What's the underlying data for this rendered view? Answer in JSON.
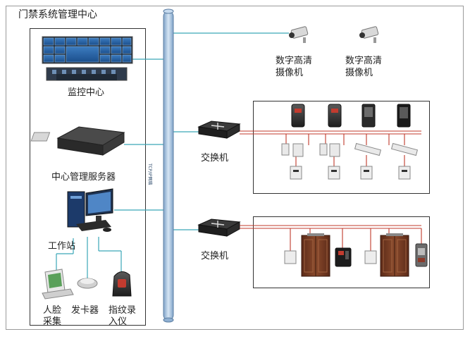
{
  "title": "门禁系统管理中心",
  "labels": {
    "monitor_center": "监控中心",
    "server": "中心管理服务器",
    "workstation": "工作站",
    "face_capture_1": "人脸",
    "face_capture_2": "采集",
    "card_issuer": "发卡器",
    "fingerprint_1": "指纹录",
    "fingerprint_2": "入仪",
    "camera_1_line1": "数字高清",
    "camera_1_line2": "摄像机",
    "camera_2_line1": "数字高清",
    "camera_2_line2": "摄像机",
    "switch_top": "交换机",
    "switch_bottom": "交换机",
    "bus": "TCP/IP网络"
  },
  "colors": {
    "network_line": "#3aa6b8",
    "door_line": "#c0392b",
    "bus_fill": "#a9c4df",
    "bus_stroke": "#5d7fa3"
  }
}
